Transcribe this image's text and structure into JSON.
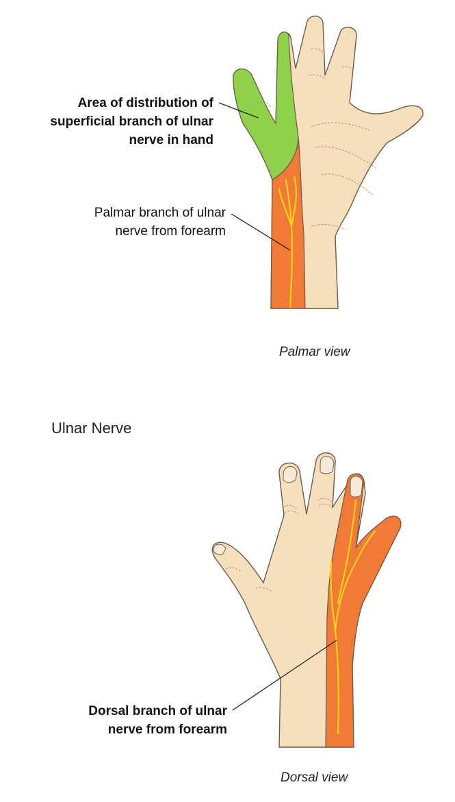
{
  "title": "Ulnar Nerve",
  "palmar_view": {
    "caption": "Palmar view",
    "label_superficial": {
      "line1": "Area of distribution of",
      "line2": "superficial branch of ulnar",
      "line3": "nerve in hand"
    },
    "label_palmar_branch": {
      "line1": "Palmar branch of ulnar",
      "line2": "nerve from forearm"
    }
  },
  "dorsal_view": {
    "caption": "Dorsal view",
    "label_dorsal_branch": {
      "line1": "Dorsal branch of ulnar",
      "line2": "nerve from forearm"
    }
  },
  "colors": {
    "skin": "#f5dfbd",
    "skin_outline": "#6b5a48",
    "crease": "#c98a6a",
    "green_area": "#8fd14a",
    "orange_area": "#f07a36",
    "nerve": "#ffd21a",
    "leader": "#222222"
  }
}
